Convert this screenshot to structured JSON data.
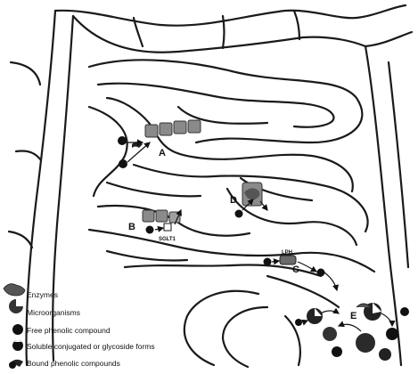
{
  "sites": {
    "a": "A",
    "b": "B",
    "c": "C",
    "d": "D",
    "e": "E"
  },
  "transporters": {
    "sglt1": "SGLT1",
    "lph": "LPH"
  },
  "legend": {
    "enzymes": "Enzymes",
    "microorganisms": "Microorganisms",
    "free_phenolic": "Free phenolic compound",
    "soluble_conjugated": "Soluble conjugated or glycoside forms",
    "bound_phenolic": "Bound phenolic compounds"
  }
}
